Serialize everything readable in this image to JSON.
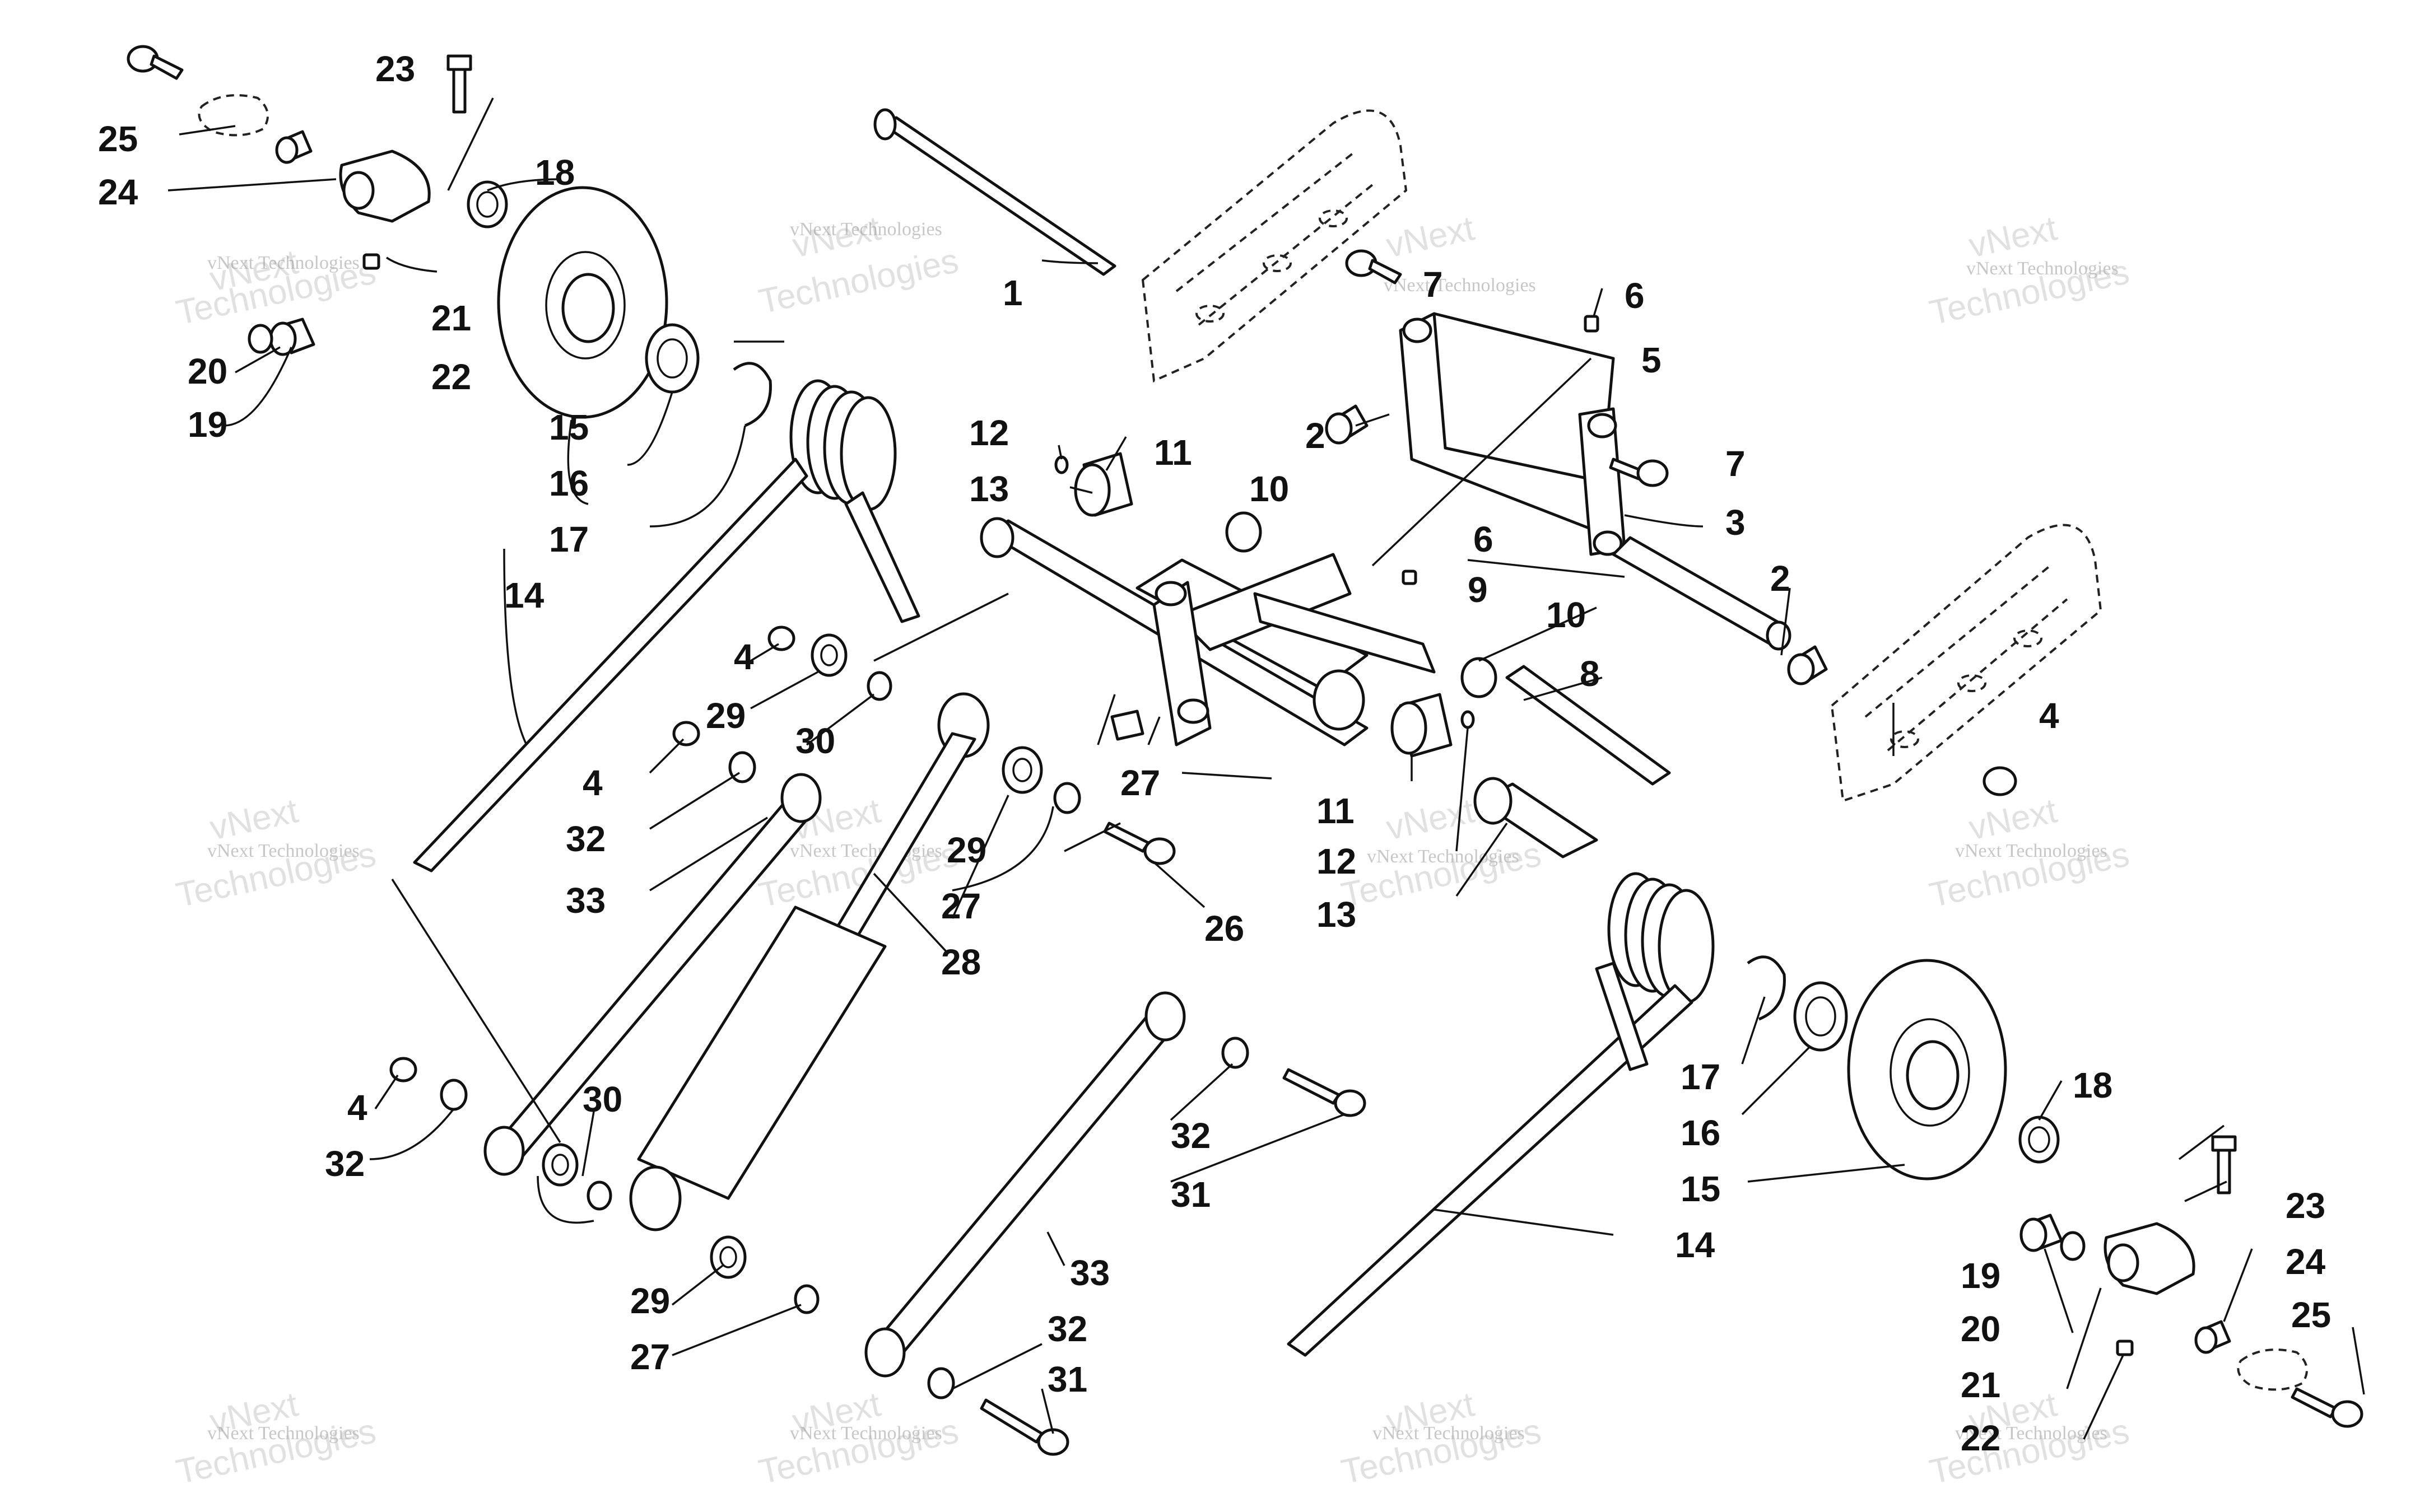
{
  "callouts": [
    "1",
    "2",
    "3",
    "4",
    "5",
    "6",
    "7",
    "8",
    "9",
    "10",
    "11",
    "12",
    "13",
    "14",
    "15",
    "16",
    "17",
    "18",
    "19",
    "20",
    "21",
    "22",
    "23",
    "24",
    "25",
    "26",
    "27",
    "28",
    "29",
    "30",
    "31",
    "32",
    "33"
  ],
  "watermark": {
    "line1": "vNext Technologies",
    "line2": "Technologies",
    "mark": "vNext"
  },
  "colors": {
    "ink": "#111111",
    "paper": "#ffffff",
    "watermark": "#9a9a9a"
  }
}
